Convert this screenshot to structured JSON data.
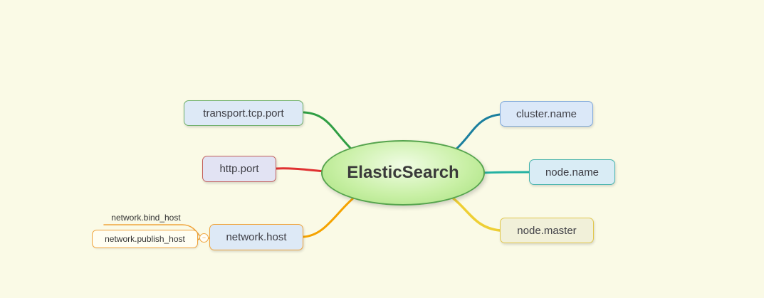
{
  "canvas": {
    "background": "#fafae6"
  },
  "central": {
    "label": "ElasticSearch",
    "border": "#56a44e",
    "fill_inner": "#f0fce4",
    "fill_outer": "#a6e07c"
  },
  "branches": {
    "transport": {
      "label": "transport.tcp.port",
      "line": "#2f9e44",
      "border": "#6fb06a",
      "fill": "#dde9f6"
    },
    "cluster": {
      "label": "cluster.name",
      "line": "#1a7f9e",
      "border": "#7fa8d9",
      "fill": "#dbe8f8"
    },
    "http": {
      "label": "http.port",
      "line": "#e03131",
      "border": "#c4635f",
      "fill": "#e2e3f3"
    },
    "nodename": {
      "label": "node.name",
      "line": "#23b2a2",
      "border": "#46b3ac",
      "fill": "#d9ecf5"
    },
    "network": {
      "label": "network.host",
      "line": "#f5a300",
      "border": "#f0a43c",
      "fill": "#dde9f6",
      "toggle_symbol": "−",
      "children": {
        "bind": {
          "label": "network.bind_host",
          "line": "#f0a43c"
        },
        "publish": {
          "label": "network.publish_host",
          "border": "#f0a43c",
          "fill": "#fffef2"
        }
      }
    },
    "nodemaster": {
      "label": "node.master",
      "line": "#eecf35",
      "border": "#e2c84f",
      "fill": "#f1f0d9"
    }
  }
}
